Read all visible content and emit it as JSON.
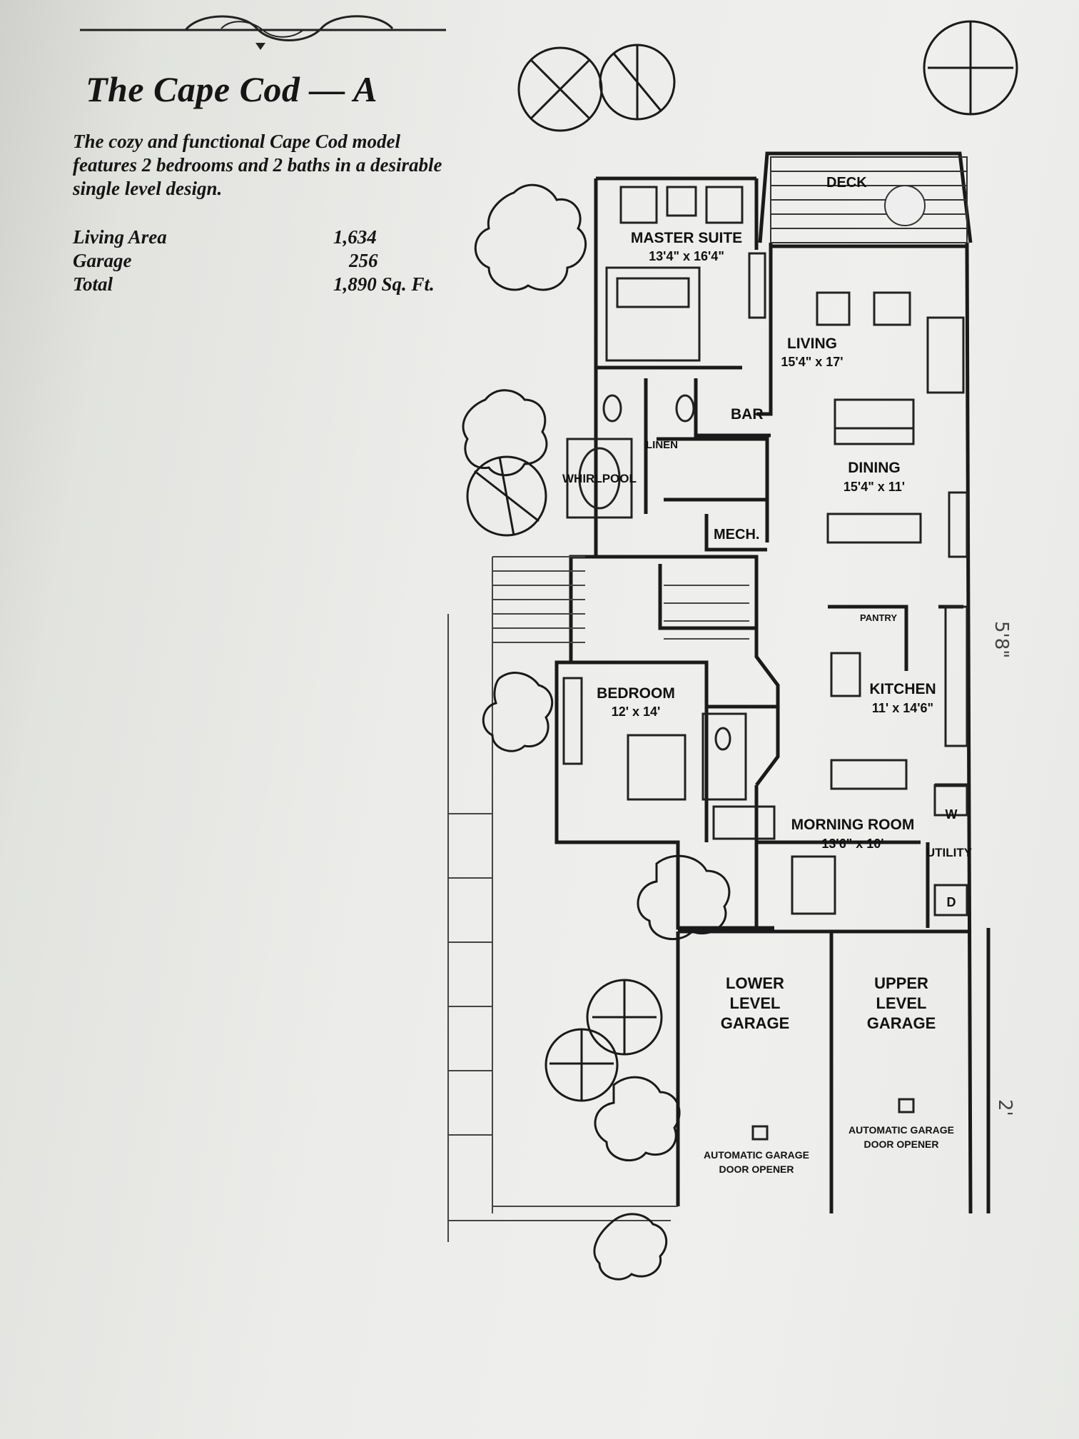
{
  "title": "The Cape Cod — A",
  "description": "The cozy and functional Cape Cod model features 2 bedrooms and 2 baths in a desirable single level design.",
  "area_table": [
    {
      "label": "Living Area",
      "value": "1,634"
    },
    {
      "label": "Garage",
      "value": "256"
    },
    {
      "label": "Total",
      "value": "1,890 Sq. Ft."
    }
  ],
  "rooms": {
    "deck": {
      "name": "DECK"
    },
    "master": {
      "name": "MASTER SUITE",
      "dims": "13'4\" x 16'4\""
    },
    "living": {
      "name": "LIVING",
      "dims": "15'4\" x 17'"
    },
    "bar": {
      "name": "BAR"
    },
    "linen": {
      "name": "LINEN"
    },
    "whirlpool": {
      "name": "WHIRLPOOL"
    },
    "dining": {
      "name": "DINING",
      "dims": "15'4\" x 11'"
    },
    "mech": {
      "name": "MECH."
    },
    "pantry": {
      "name": "PANTRY"
    },
    "bedroom": {
      "name": "BEDROOM",
      "dims": "12' x 14'"
    },
    "kitchen": {
      "name": "KITCHEN",
      "dims": "11' x 14'6\""
    },
    "morning": {
      "name": "MORNING ROOM",
      "dims": "13'6\" x 10'"
    },
    "utility": {
      "name": "UTILITY",
      "washer": "W",
      "dryer": "D"
    },
    "lower_garage": {
      "line1": "LOWER",
      "line2": "LEVEL",
      "line3": "GARAGE",
      "opener1": "AUTOMATIC GARAGE",
      "opener2": "DOOR OPENER"
    },
    "upper_garage": {
      "line1": "UPPER",
      "line2": "LEVEL",
      "line3": "GARAGE",
      "opener1": "AUTOMATIC GARAGE",
      "opener2": "DOOR OPENER"
    }
  }
}
